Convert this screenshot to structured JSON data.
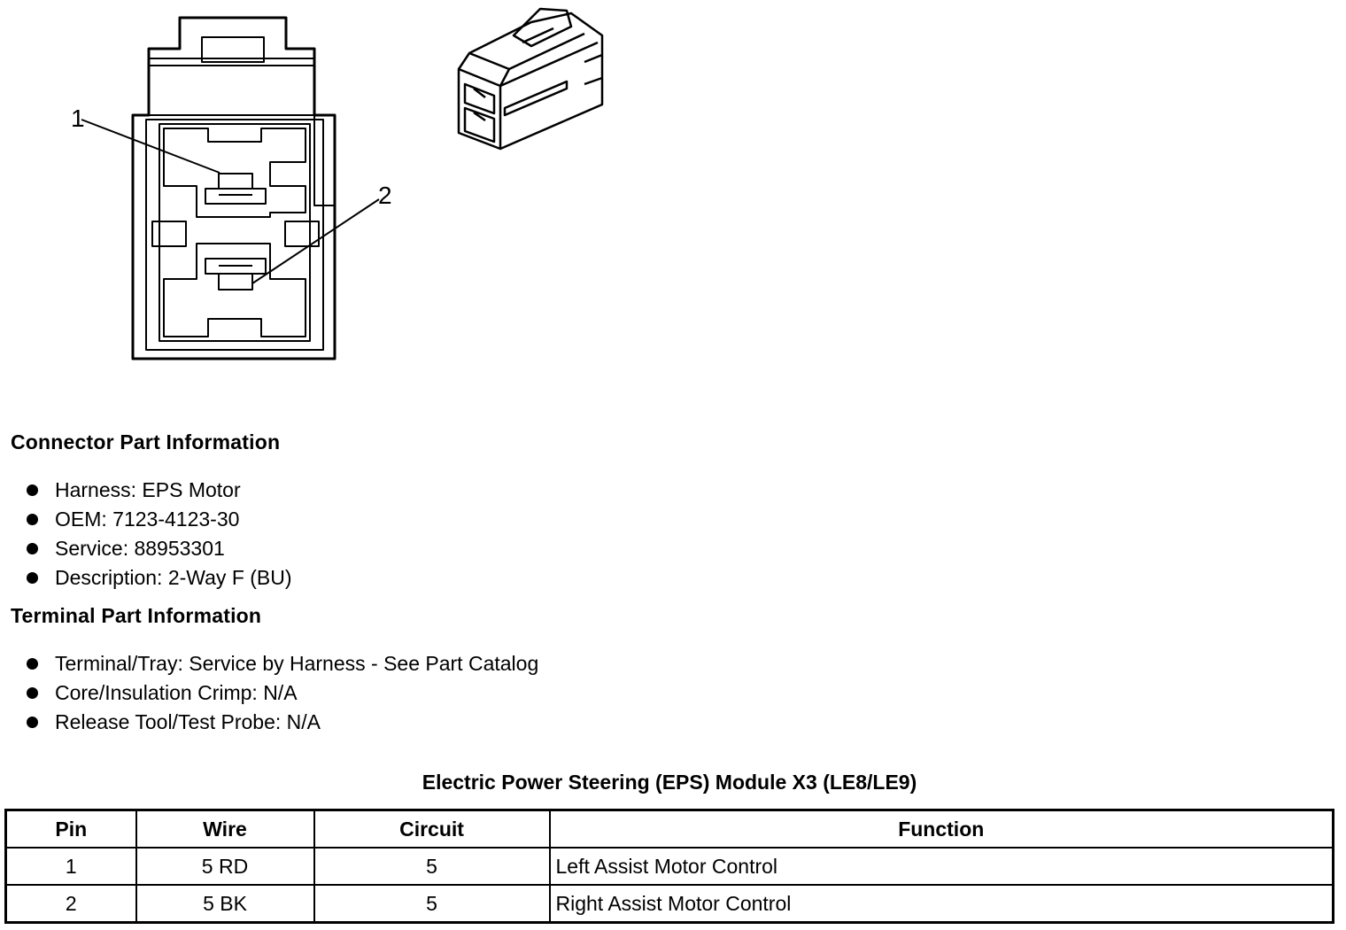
{
  "figure": {
    "callouts": [
      "1",
      "2"
    ]
  },
  "connector_section": {
    "heading": "Connector Part Information",
    "items": [
      "Harness: EPS Motor",
      "OEM: 7123-4123-30",
      "Service: 88953301",
      "Description: 2-Way F (BU)"
    ]
  },
  "terminal_section": {
    "heading": "Terminal Part Information",
    "items": [
      "Terminal/Tray: Service by Harness - See Part Catalog",
      "Core/Insulation Crimp: N/A",
      "Release Tool/Test Probe: N/A"
    ]
  },
  "table": {
    "title": "Electric Power Steering (EPS) Module X3 (LE8/LE9)",
    "headers": [
      "Pin",
      "Wire",
      "Circuit",
      "Function"
    ],
    "rows": [
      [
        "1",
        "5 RD",
        "5",
        "Left Assist Motor Control"
      ],
      [
        "2",
        "5 BK",
        "5",
        "Right Assist Motor Control"
      ]
    ]
  }
}
